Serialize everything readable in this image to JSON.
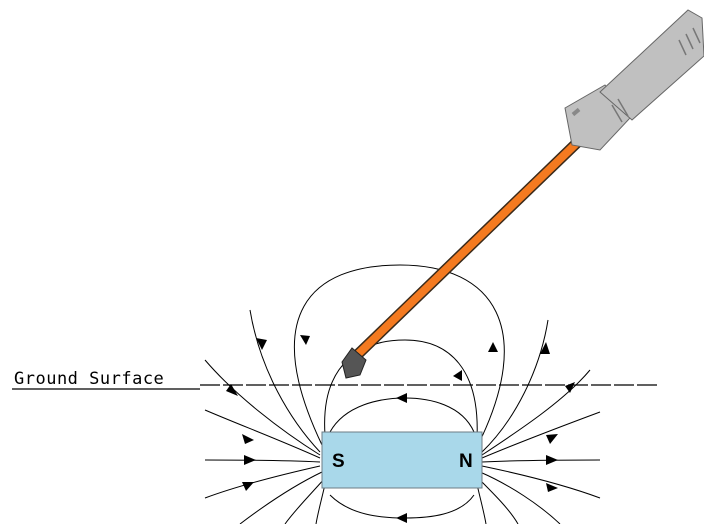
{
  "labels": {
    "ground_surface": "Ground Surface",
    "south_pole": "S",
    "north_pole": "N"
  },
  "colors": {
    "magnet": "#a9d8ea",
    "magnet_border": "#6d7d86",
    "probe_shaft": "#f47a20",
    "probe_handle": "#c0c0c0",
    "probe_tip": "#555555",
    "lines": "#000000"
  },
  "icons": {
    "probe": "magnetometer-probe-icon",
    "magnet": "bar-magnet-icon"
  }
}
